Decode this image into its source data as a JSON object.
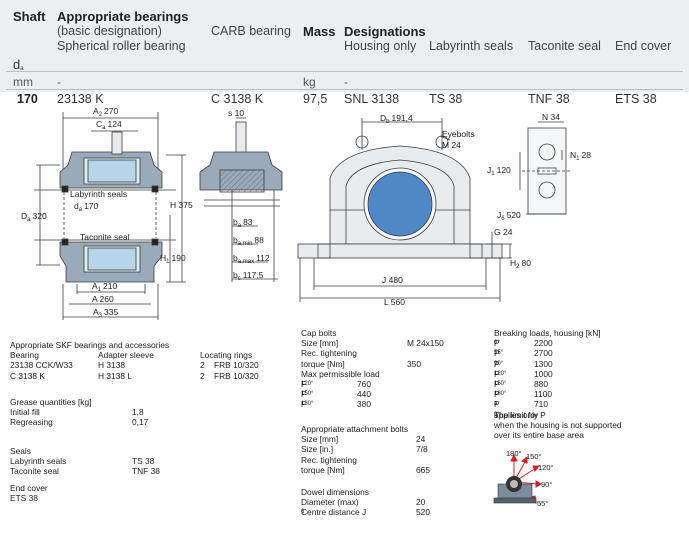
{
  "header": {
    "shaft": "Shaft",
    "shaft_sub": "d",
    "shaft_sub_idx": "a",
    "bearings_title": "Appropriate bearings",
    "bearings_sub1": "(basic designation)",
    "bearings_sub2": "Spherical roller bearing",
    "carb": "CARB bearing",
    "mass": "Mass",
    "designations": "Designations",
    "housing_only": "Housing only",
    "labyrinth": "Labyrinth seals",
    "taconite": "Taconite seal",
    "end_cover": "End cover"
  },
  "units": {
    "shaft": "mm",
    "bearing": "-",
    "mass": "kg",
    "designation": "-"
  },
  "values": {
    "shaft": "170",
    "spherical": "23138 K",
    "carb": "C 3138 K",
    "mass": "97,5",
    "housing": "SNL 3138",
    "labyrinth": "TS 38",
    "taconite": "TNF 38",
    "end_cover": "ETS 38"
  },
  "drawing": {
    "A2": "A",
    "A2_i": "2",
    "A2_v": "270",
    "Ca": "C",
    "Ca_i": "a",
    "Ca_v": "124",
    "Da": "D",
    "Da_i": "a",
    "Da_v": "320",
    "da": "d",
    "da_i": "a",
    "da_v": "170",
    "lab_seals": "Labyrinth seals",
    "tac_seal": "Taconite seal",
    "H375": "H  375",
    "H1": "H",
    "H1_i": "1",
    "H1_v": "190",
    "A1": "A",
    "A1_i": "1",
    "A1_v": "210",
    "A260": "A  260",
    "A3": "A",
    "A3_i": "3",
    "A3_v": "335",
    "s10": "s  10",
    "ba": "b",
    "ba_i": "a",
    "ba_v": "83",
    "bamin": "b",
    "bamin_i": "a,min",
    "bamin_v": "88",
    "bamax": "b",
    "bamax_i": "a,max",
    "bamax_v": "112",
    "bc": "b",
    "bc_i": "c",
    "bc_v": "117,5",
    "Db": "D",
    "Db_i": "b",
    "Db_v": "191,4",
    "eyebolts": "Eyebolts",
    "m24": "M 24",
    "J": "J  480",
    "L": "L  560",
    "G": "G  24",
    "H2": "H",
    "H2_i": "2",
    "H2_v": "80",
    "N": "N  34",
    "N1": "N",
    "N1_i": "1",
    "N1_v": "28",
    "J1": "J",
    "J1_i": "1",
    "J1_v": "120",
    "J6": "J",
    "J6_i": "6",
    "J6_v": "520"
  },
  "skf": {
    "title": "Appropriate SKF bearings and accessories",
    "col_bearing": "Bearing",
    "col_sleeve": "Adapter sleeve",
    "rows": [
      {
        "bearing": "23138 CCK/W33",
        "sleeve": "H 3138"
      },
      {
        "bearing": "C 3138 K",
        "sleeve": "H 3138 L"
      }
    ],
    "locating_title": "Locating rings",
    "locating": [
      {
        "qty": "2",
        "ring": "FRB 10/320"
      },
      {
        "qty": "2",
        "ring": "FRB 10/320"
      }
    ]
  },
  "grease": {
    "title": "Grease quantities [kg]",
    "rows": [
      {
        "label": "Initial fill",
        "value": "1,8"
      },
      {
        "label": "Regreasing",
        "value": "0,17"
      }
    ]
  },
  "seals": {
    "title": "Seals",
    "rows": [
      {
        "label": "Labyrinth seals",
        "value": "TS 38"
      },
      {
        "label": "Taconite seal",
        "value": "TNF 38"
      }
    ],
    "end_title": "End cover",
    "end_value": "ETS 38"
  },
  "cap": {
    "title": "Cap bolts",
    "size_label": "Size [mm]",
    "size_value": "M 24x150",
    "rec1": "Rec. tightening",
    "torque_label": "torque [Nm]",
    "torque_value": "350",
    "maxload": "Max permissible load",
    "loads": [
      {
        "f": "F",
        "sub": "120°",
        "value": "760"
      },
      {
        "f": "F",
        "sub": "150°",
        "value": "440"
      },
      {
        "f": "F",
        "sub": "180°",
        "value": "380"
      }
    ]
  },
  "attach": {
    "title": "Appropriate attachment bolts",
    "size_mm_label": "Size [mm]",
    "size_mm_value": "24",
    "size_in_label": "Size [in.]",
    "size_in_value": "7/8",
    "rec": "Rec. tightening",
    "torque_label": "torque [Nm]",
    "torque_value": "665"
  },
  "dowel": {
    "title": "Dowel dimensions",
    "dia_label": "Diameter (max)",
    "dia_value": "20",
    "cd_label": "Centre distance J",
    "cd_sub": "6",
    "cd_value": "520"
  },
  "breaking": {
    "title": "Breaking loads, housing [kN]",
    "rows": [
      {
        "p": "P",
        "sub": "0°",
        "value": "2200"
      },
      {
        "p": "P",
        "sub": "55°",
        "value": "2700"
      },
      {
        "p": "P",
        "sub": "90°",
        "value": "1300"
      },
      {
        "p": "P",
        "sub": "120°",
        "value": "1000"
      },
      {
        "p": "P",
        "sub": "150°",
        "value": "880"
      },
      {
        "p": "P",
        "sub": "180°",
        "value": "1100"
      },
      {
        "p": "P",
        "sub": "a",
        "value": "710"
      }
    ],
    "note1": "The limit for P",
    "note1_sub": "0°",
    "note1_rest": " applies  only",
    "note2": "when the housing is not supported",
    "note3": "over its entire base area",
    "angles": {
      "a180": "180°",
      "a150": "150°",
      "a120": "120°",
      "a90": "90°",
      "a55": "55°"
    }
  },
  "colors": {
    "header_bg": "#eceef0",
    "housing_fill": "#9aaab8",
    "bearing_blue": "#4f88c6",
    "seal_cyan": "#d7eef3",
    "line": "#3d3d3d",
    "diagram_red": "#d42020"
  }
}
